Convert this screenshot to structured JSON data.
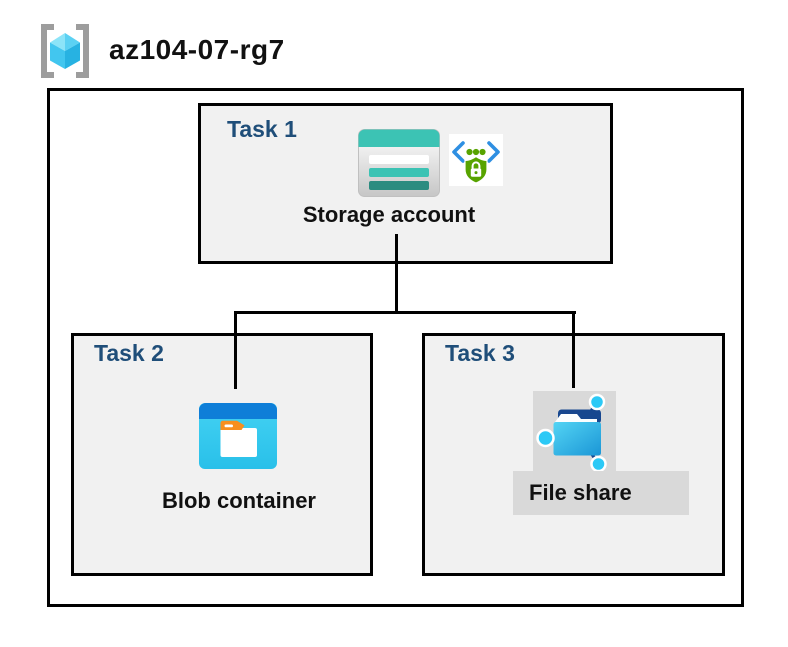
{
  "header": {
    "resource_group_name": "az104-07-rg7",
    "icon": "resource-group-icon"
  },
  "tasks": [
    {
      "label": "Task 1",
      "item": "Storage account",
      "icons": [
        "storage-account-icon",
        "secure-access-icon"
      ]
    },
    {
      "label": "Task 2",
      "item": "Blob container",
      "icons": [
        "blob-container-icon"
      ]
    },
    {
      "label": "Task 3",
      "item": "File share",
      "icons": [
        "file-share-icon"
      ],
      "highlighted": true
    }
  ],
  "connectors": [
    {
      "from": "storage-account",
      "to": "blob-container"
    },
    {
      "from": "storage-account",
      "to": "file-share"
    }
  ],
  "colors": {
    "task_label_navy": "#1F4E79",
    "box_fill": "#F1F1F1",
    "box_border": "#000000",
    "highlight_gray": "#D9D9D9",
    "storage_teal": "#3CC3B4",
    "storage_teal_dark": "#2B8C80",
    "blob_header_blue": "#0E7ED8",
    "blob_body_cyan": "#35C9EE",
    "blob_tab_orange": "#F78F1E",
    "file_share_cyan": "#2CC9F6",
    "file_share_navy": "#17478F",
    "secure_bracket_blue": "#2E8FE2",
    "secure_shield_green": "#57A300",
    "rg_bracket_gray": "#9D9D9D",
    "rg_cube_cyan": "#49C7EF"
  }
}
